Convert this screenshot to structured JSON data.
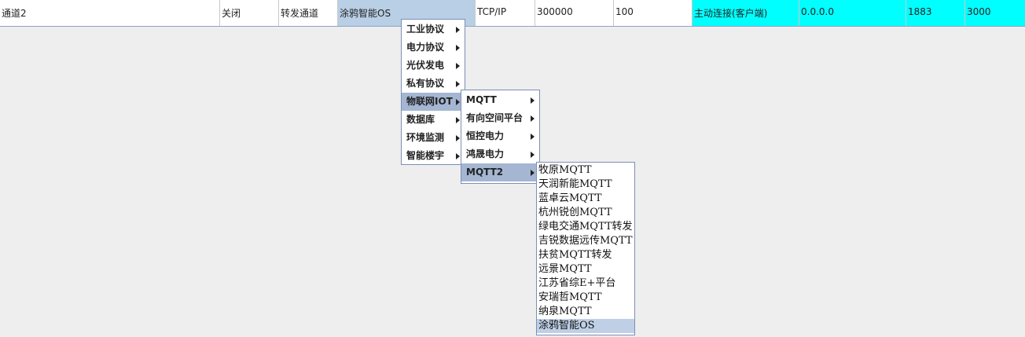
{
  "table": {
    "row": [
      "通道2",
      "关闭",
      "转发通道",
      "涂鸦智能OS",
      "TCP/IP",
      "300000",
      "100",
      "主动连接(客户端)",
      "0.0.0.0",
      "1883",
      "3000"
    ]
  },
  "menu1": {
    "items": [
      "工业协议",
      "电力协议",
      "光伏发电",
      "私有协议",
      "物联网IOT",
      "数据库",
      "环境监测",
      "智能楼宇"
    ]
  },
  "menu2": {
    "items": [
      "MQTT",
      "有向空间平台",
      "恒控电力",
      "鸿晟电力",
      "MQTT2"
    ]
  },
  "menu3": {
    "items": [
      "牧原MQTT",
      "天润新能MQTT",
      "蓝卓云MQTT",
      "杭州锐创MQTT",
      "绿电交通MQTT转发",
      "吉锐数据远传MQTT",
      "扶贫MQTT转发",
      "远景MQTT",
      "江苏省综E+平台",
      "安瑞哲MQTT",
      "纳泉MQTT",
      "涂鸦智能OS"
    ]
  },
  "colors": {
    "selected_cell": "#b8cfe5",
    "highlight_cell": "#00ffff",
    "menu_active": "#a4b6d2"
  }
}
